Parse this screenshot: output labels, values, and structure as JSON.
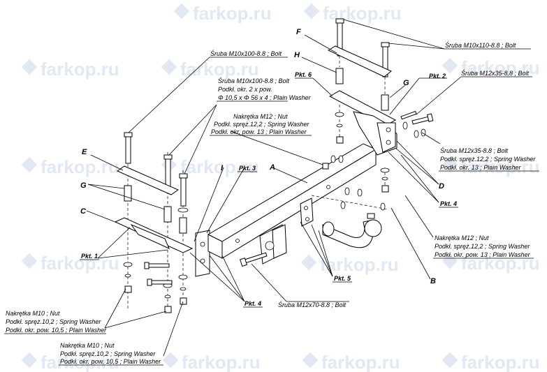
{
  "watermark": {
    "text": "farkop.ru",
    "color": "#c8d6ea"
  },
  "letters": {
    "A": "A",
    "B": "B",
    "C": "C",
    "D": "D",
    "E": "E",
    "F": "F",
    "G": "G",
    "H": "H",
    "I": "I"
  },
  "points": {
    "pkt1": "Pkt. 1",
    "pkt2": "Pkt. 2",
    "pkt3": "Pkt. 3",
    "pkt4a": "Pkt. 4",
    "pkt4b": "Pkt. 4",
    "pkt5": "Pkt. 5",
    "pkt6": "Pkt. 6"
  },
  "callouts": {
    "bolt_m10x110": "Śruba M10x110-8.8 ;  Bolt",
    "bolt_m10x100_a": "Śruba M10x100-8.8 ;  Bolt",
    "bolt_m10x100_b": [
      "Śruba M10x100-8.8 ;  Bolt",
      "Podkł. okr. 2 x pow.",
      "Φ 10,5 x Φ 56 x 4 ; Plain Washer"
    ],
    "bolt_m12x35_top": "Śruba M12x35-8.8 ;  Bolt",
    "nut_m12_top": [
      "Nakrętka  M12 ; Nut",
      "Podkł. spręż.12,2 ; Spring Washer",
      "Podkł. okr. pow. 13 ; Plain Washer"
    ],
    "bolt_m12x35_right": [
      "Śruba M12x35-8.8 ;  Bolt",
      "Podkł. spręż.12,2 ; Spring Washer",
      "Podkł. okr. 13 ; Plain Washer"
    ],
    "nut_m12_right": [
      "Nakrętka  M12 ; Nut",
      "Podkł. spręż.12,2 ; Spring Washer",
      "Podkł. okr. pow. 13 ; Plain Washer"
    ],
    "bolt_m12x70": "Śruba M12x70-8.8 ;  Bolt",
    "nut_m10_left": [
      "Nakrętka  M10 ; Nut",
      "Podkł. spręż.10,2 ; Spring Washer",
      "Podkł. okr. pow. 10,5 ; Plain Washer"
    ],
    "nut_m10_bottom": [
      "Nakrętka  M10 ; Nut",
      "Podkł. spręż.10,2 ; Spring Washer",
      "Podkł. okr. pow. 10,5 ; Plain Washer"
    ]
  }
}
